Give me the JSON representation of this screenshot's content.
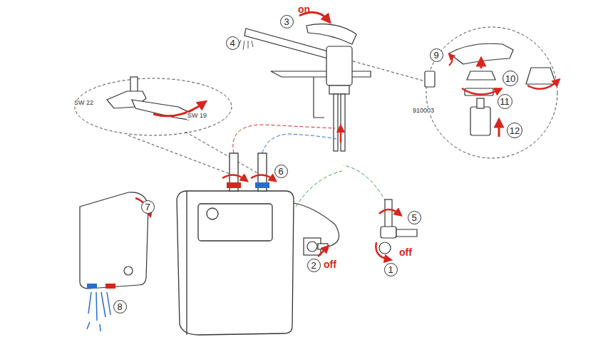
{
  "diagram": {
    "nodes": [
      {
        "text": [
          "1"
        ]
      },
      {
        "text": [
          "2"
        ]
      },
      {
        "text": [
          "3"
        ]
      },
      {
        "text": [
          "4"
        ]
      },
      {
        "text": [
          "5"
        ]
      },
      {
        "text": [
          "6"
        ]
      },
      {
        "text": [
          "7"
        ]
      },
      {
        "text": [
          "8"
        ]
      },
      {
        "text": [
          "9"
        ]
      },
      {
        "text": [
          "10"
        ]
      },
      {
        "text": [
          "11"
        ]
      },
      {
        "text": [
          "12"
        ]
      }
    ],
    "labels": [
      "on",
      "SW 22",
      "SW 19",
      "910003",
      "off",
      "off"
    ]
  }
}
